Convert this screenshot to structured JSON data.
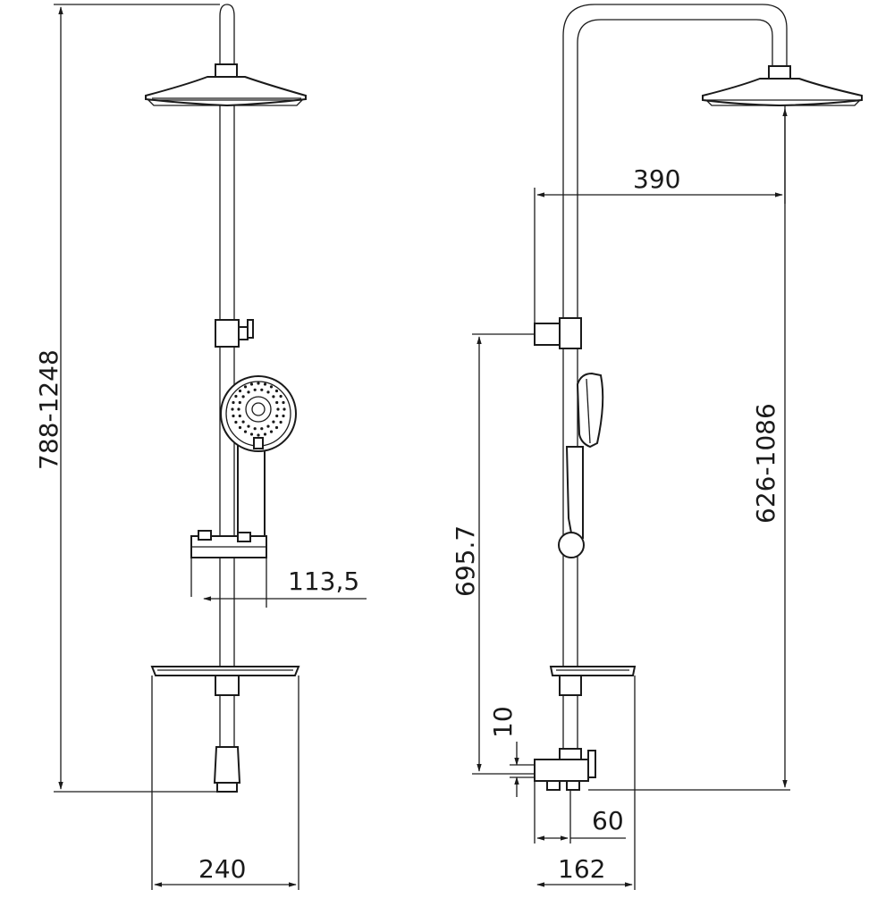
{
  "dimensions": {
    "total_height_front": "788-1248",
    "slider_offset": "113,5",
    "tray_width_front": "240",
    "arm_reach": "390",
    "mid_height": "695.7",
    "total_height_side": "626-1086",
    "pipe_offset": "10",
    "valve_depth": "60",
    "tray_width_side": "162"
  },
  "colors": {
    "line": "#1a1a1a",
    "background": "#ffffff"
  }
}
